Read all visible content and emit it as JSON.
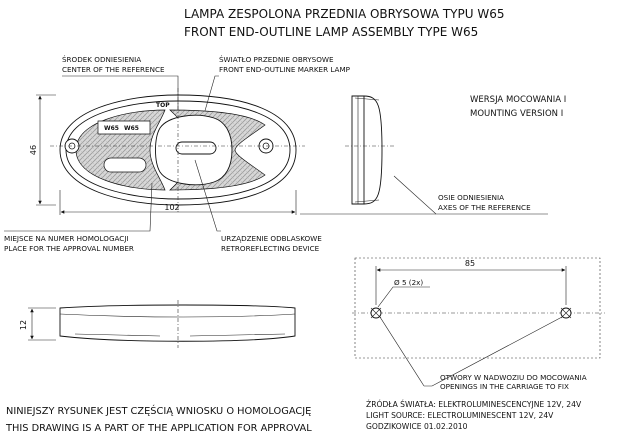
{
  "title": {
    "line1": "LAMPA ZESPOLONA PRZEDNIA OBRYSOWA TYPU W65",
    "line2": "FRONT END-OUTLINE LAMP ASSEMBLY TYPE W65"
  },
  "labels": {
    "center_ref_pl": "ŚRODEK ODNIESIENIA",
    "center_ref_en": "CENTER OF THE REFERENCE",
    "marker_lamp_pl": "ŚWIATŁO PRZEDNIE OBRYSOWE",
    "marker_lamp_en": "FRONT END-OUTLINE MARKER LAMP",
    "version_pl": "WERSJA MOCOWANIA I",
    "version_en": "MOUNTING VERSION I",
    "axes_pl": "OSIE ODNIESIENIA",
    "axes_en": "AXES OF THE REFERENCE",
    "approval_place_pl": "MIEJSCE NA NUMER HOMOLOGACJI",
    "approval_place_en": "PLACE FOR THE APPROVAL NUMBER",
    "retro_pl": "URZĄDZENIE ODBLASKOWE",
    "retro_en": "RETROREFLECTING DEVICE",
    "holes_pl": "OTWORY W NADWOZIU DO MOCOWANIA",
    "holes_en": "OPENINGS IN THE CARRIAGE TO FIX",
    "lamp_mark_left": "W65",
    "lamp_mark_right": "W65",
    "lamp_mark_top": "TOP"
  },
  "dimensions": {
    "height": "46",
    "width": "102",
    "depth": "12",
    "hole_spacing": "85",
    "hole_diameter": "Ø 5 (2x)"
  },
  "footer": {
    "note_pl": "NINIEJSZY RYSUNEK JEST CZĘŚCIĄ WNIOSKU O  HOMOLOGACJĘ",
    "note_en": "THIS DRAWING IS A PART OF THE APPLICATION FOR  APPROVAL",
    "source_pl": "ŹRÓDŁA ŚWIATŁA: ELEKTROLUMINESCENCYJNE  12V, 24V",
    "source_en": "LIGHT SOURCE: ELECTROLUMINESCENT  12V, 24V",
    "place_date": "GODZIKOWICE 01.02.2010"
  }
}
